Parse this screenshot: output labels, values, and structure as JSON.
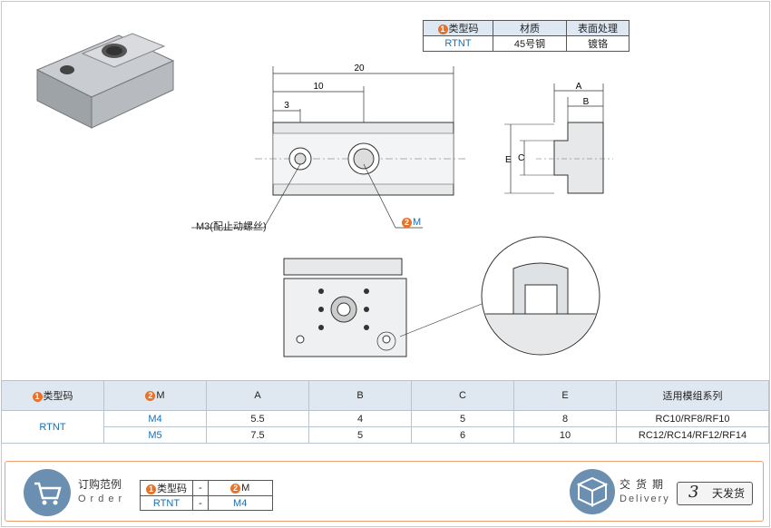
{
  "material_table": {
    "headers": [
      "类型码",
      "材质",
      "表面处理"
    ],
    "header_num": "1",
    "row": [
      "RTNT",
      "45号钢",
      "镀铬"
    ]
  },
  "drawing": {
    "dim_20": "20",
    "dim_10": "10",
    "dim_3": "3",
    "dim_A": "A",
    "dim_B": "B",
    "dim_C": "C",
    "dim_E": "E",
    "label_m3": "M3(配止动螺丝)",
    "label_m_num": "2",
    "label_m": "M"
  },
  "spec_table": {
    "headers": {
      "h1_num": "1",
      "h1": "类型码",
      "h2_num": "2",
      "h2": "M",
      "a": "A",
      "b": "B",
      "c": "C",
      "e": "E",
      "series": "适用模组系列"
    },
    "type_code": "RTNT",
    "rows": [
      {
        "m": "M4",
        "a": "5.5",
        "b": "4",
        "c": "5",
        "e": "8",
        "series": "RC10/RF8/RF10"
      },
      {
        "m": "M5",
        "a": "7.5",
        "b": "5",
        "c": "6",
        "e": "10",
        "series": "RC12/RC14/RF12/RF14"
      }
    ]
  },
  "order": {
    "title": "订购范例",
    "sub": "Order",
    "example": {
      "h1_num": "1",
      "h1": "类型码",
      "dash": "-",
      "h2_num": "2",
      "h2": "M",
      "code": "RTNT",
      "dash2": "-",
      "m": "M4"
    }
  },
  "delivery": {
    "title": "交货期",
    "sub": "Delivery",
    "days": "3",
    "days_label": "天发货"
  },
  "colors": {
    "accent": "#e8722a",
    "blue": "#1a6fb0",
    "header_bg": "#dfe7f0"
  }
}
